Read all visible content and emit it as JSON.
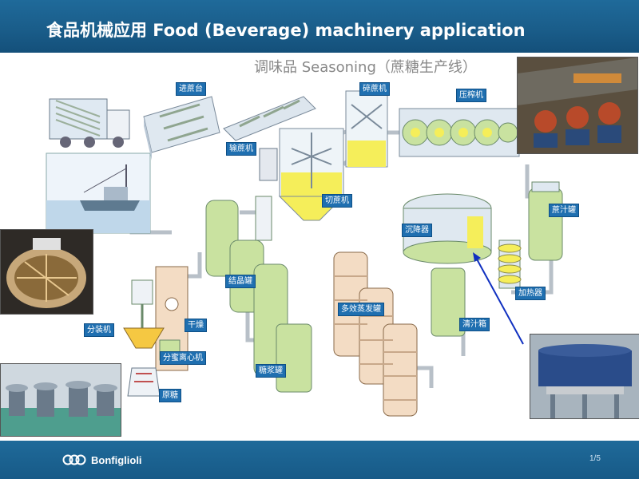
{
  "slide": {
    "title": "食品机械应用  Food (Beverage) machinery application",
    "subtitle": "调味品 Seasoning（蔗糖生产线）",
    "page_number": "1/5",
    "logo_text": "Bonfiglioli"
  },
  "diagram": {
    "labels": {
      "feed_table": "进蔗台",
      "conveyor": "输蔗机",
      "cutter": "切蔗机",
      "crusher": "碎蔗机",
      "press": "压榨机",
      "juice_tank": "蔗汁罐",
      "settler": "沉降器",
      "heater": "加热器",
      "clear_juice_box": "清汁箱",
      "multi_effect_evaporator": "多效蒸发罐",
      "syrup_tank": "糖浆罐",
      "crystallizer": "结晶罐",
      "dryer": "干燥",
      "packer": "分装机",
      "centrifuge": "分蜜离心机",
      "raw_sugar": "原糖"
    }
  },
  "colors": {
    "header_blue": "#1a5d8a",
    "label_blue": "#1f6fb0",
    "equipment_green": "#c9e2a0",
    "pipe_gray": "#b8c0c8",
    "yellow_fill": "#f5ee5a",
    "arrow_blue": "#1030c0"
  }
}
